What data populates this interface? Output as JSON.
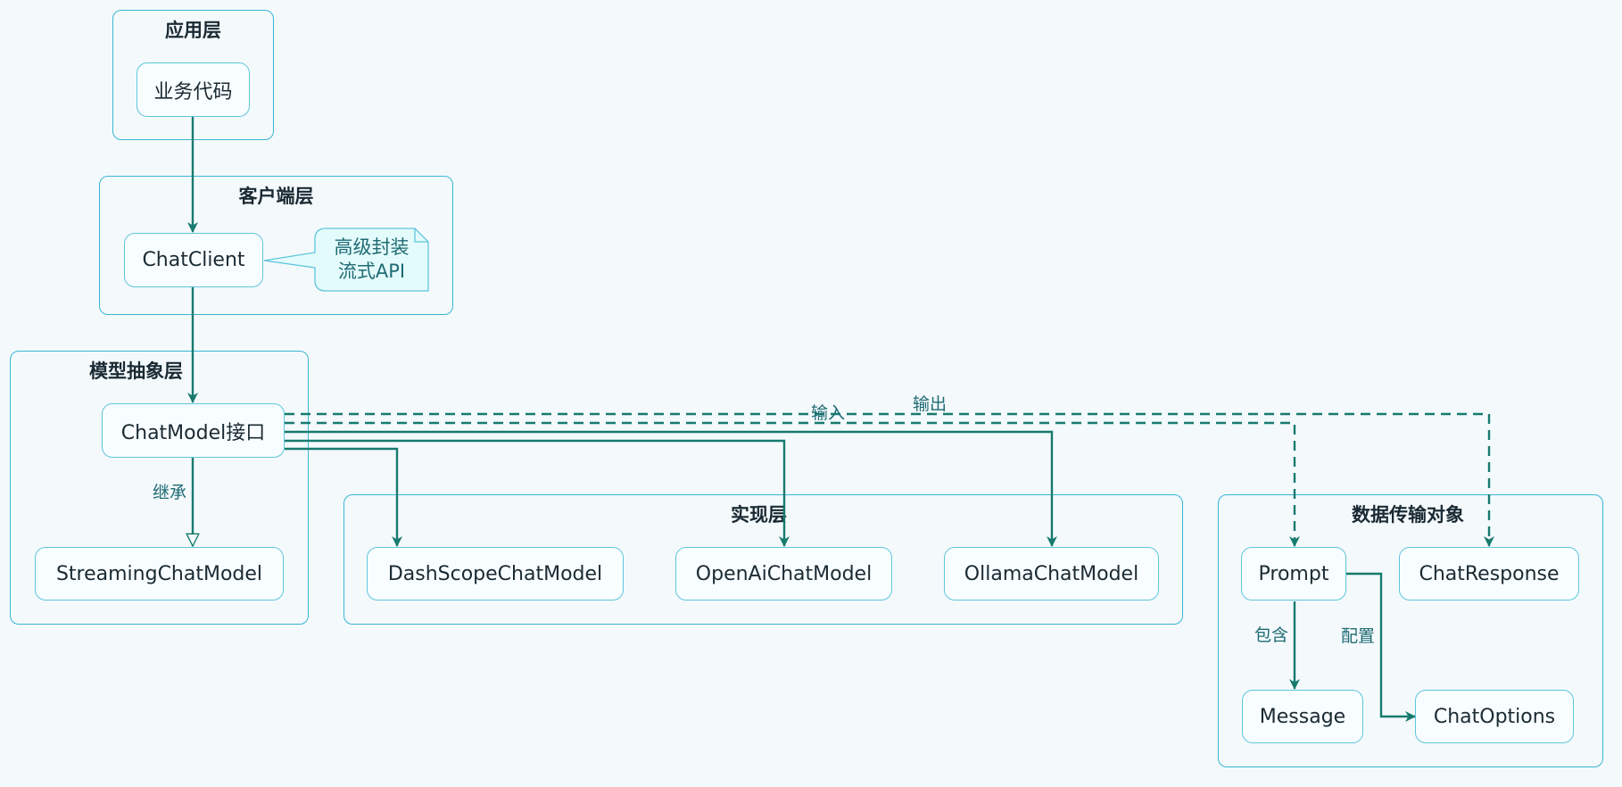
{
  "colors": {
    "background": "#f4f9fc",
    "group_border": "#38b6d4",
    "node_border": "#5ec6dc",
    "edge": "#177a6e",
    "note_fill": "#e4fbfc"
  },
  "groups": {
    "app": {
      "title": "应用层"
    },
    "client": {
      "title": "客户端层"
    },
    "model": {
      "title": "模型抽象层"
    },
    "impl": {
      "title": "实现层"
    },
    "dto": {
      "title": "数据传输对象"
    }
  },
  "nodes": {
    "business": "业务代码",
    "chatclient": "ChatClient",
    "chatmodel": "ChatModel接口",
    "streaming": "StreamingChatModel",
    "dashscope": "DashScopeChatModel",
    "openai": "OpenAiChatModel",
    "ollama": "OllamaChatModel",
    "prompt": "Prompt",
    "chatresponse": "ChatResponse",
    "message": "Message",
    "chatoptions": "ChatOptions"
  },
  "note": {
    "line1": "高级封装",
    "line2": "流式API"
  },
  "edge_labels": {
    "inherit": "继承",
    "input": "输入",
    "output": "输出",
    "contains": "包含",
    "configure": "配置"
  }
}
